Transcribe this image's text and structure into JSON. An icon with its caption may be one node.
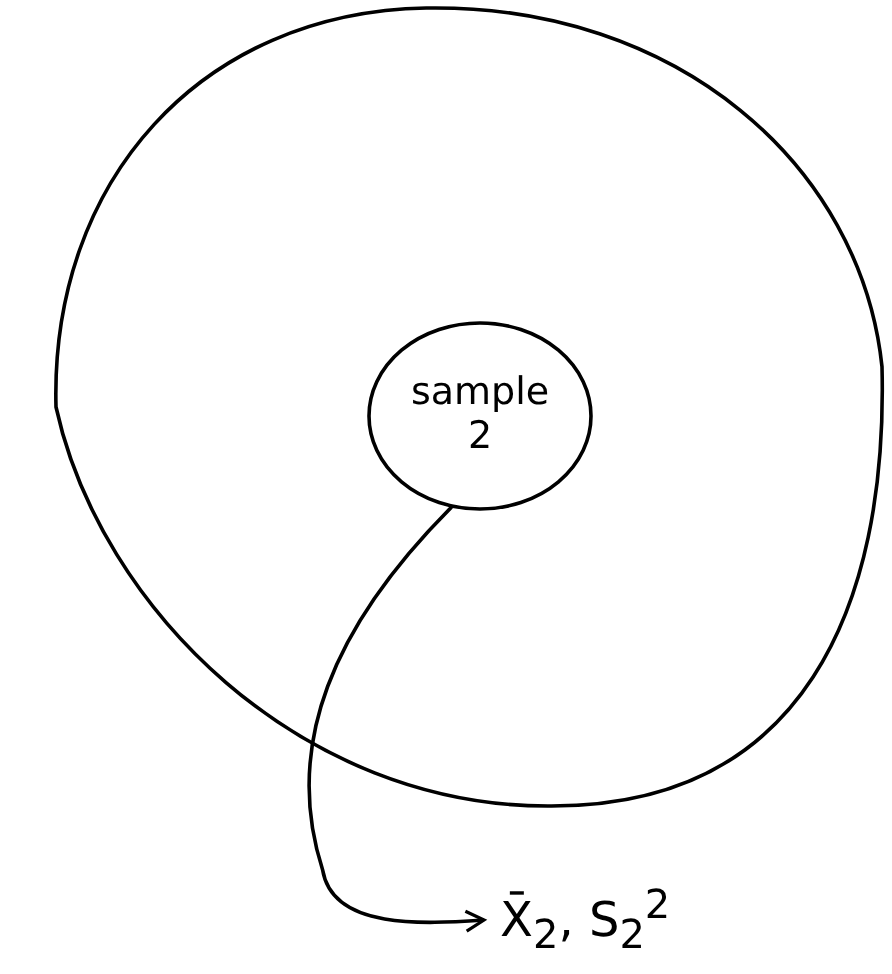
{
  "diagram": {
    "nodes": [
      {
        "text": [],
        "shape": "circle"
      },
      {
        "text": [
          "sample 2"
        ],
        "in": 0
      },
      {
        "text": [
          "X̄$_{2}$,  S$_{2}$$^{2}$"
        ]
      }
    ],
    "edges": [
      {
        "from": 1,
        "to": 2,
        "arrow": "to"
      }
    ]
  }
}
